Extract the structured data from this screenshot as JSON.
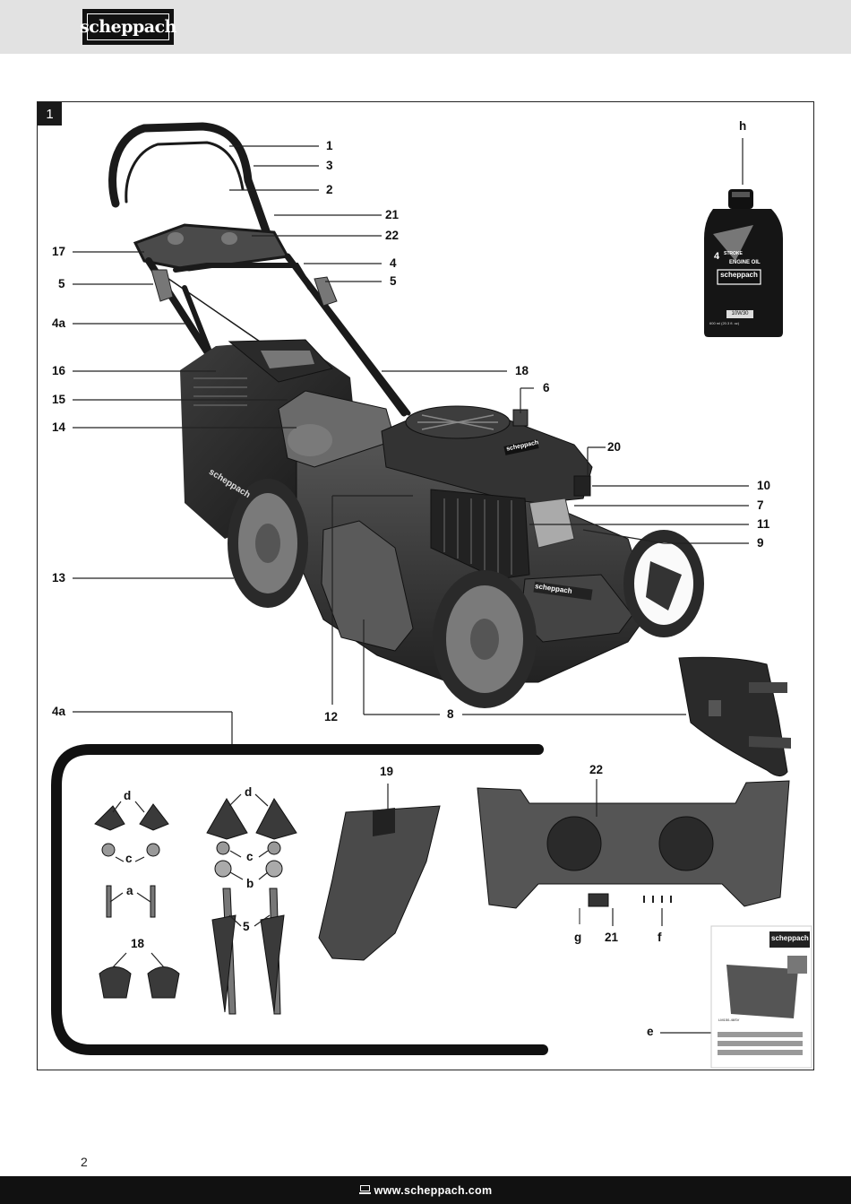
{
  "header": {
    "brand": "scheppach"
  },
  "figure": {
    "number": "1",
    "callouts": {
      "c1": "1",
      "c3": "3",
      "c2": "2",
      "c21": "21",
      "c22": "22",
      "c17": "17",
      "c4": "4",
      "c5l": "5",
      "c5r": "5",
      "c4a": "4a",
      "c16": "16",
      "c18": "18",
      "c6": "6",
      "c15": "15",
      "c14": "14",
      "c20": "20",
      "c10": "10",
      "c7": "7",
      "c11": "11",
      "c9": "9",
      "c13": "13",
      "c12": "12",
      "c8": "8",
      "c4a_b": "4a",
      "h": "h",
      "c19": "19",
      "c22b": "22",
      "d1": "d",
      "d2": "d",
      "cc1": "c",
      "cc2": "c",
      "a": "a",
      "b": "b",
      "c5b": "5",
      "c18b": "18",
      "g": "g",
      "c21b": "21",
      "f": "f",
      "e": "e"
    },
    "oil_bottle": {
      "brand": "scheppach",
      "stroke": "4",
      "stroke_label": "STROKE",
      "product": "ENGINE OIL",
      "grade": "10W30",
      "volume": "600 ml (20.3 fl. oz)"
    },
    "deflector_brand": "scheppach",
    "bag_brand": "scheppach",
    "engine_brand": "scheppach",
    "manual": {
      "brand": "scheppach",
      "model": "LM150-46SV"
    }
  },
  "page_number": "2",
  "footer": {
    "url": "www.scheppach.com"
  }
}
